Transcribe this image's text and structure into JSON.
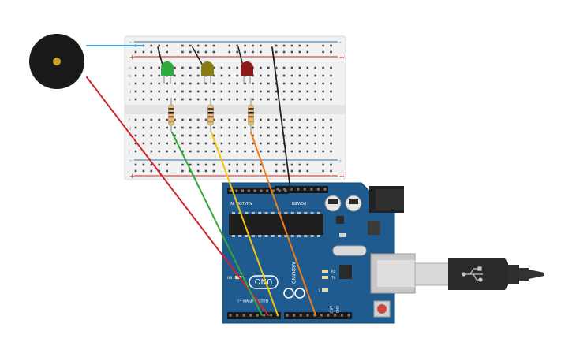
{
  "breadboard": {
    "plus_sign": "+",
    "minus_sign": "-",
    "row_letters_top": [
      "a",
      "b",
      "c",
      "d",
      "e"
    ],
    "row_letters_bottom": [
      "f",
      "g",
      "h",
      "i",
      "j"
    ]
  },
  "leds": [
    {
      "color": "#2eaa3c"
    },
    {
      "color": "#8a7a12"
    },
    {
      "color": "#8b1a1a"
    }
  ],
  "arduino": {
    "brand": "ARDUINO",
    "model": "UNO",
    "on_label": "ON",
    "tx_label": "TX",
    "rx_label": "RX",
    "l_label": "L",
    "digital_label": "DIGITAL (PWM ~)",
    "analog_label": "ANALOG IN",
    "power_label": "POWER",
    "aref_label": "AREF",
    "gnd_label": "GND",
    "board_color": "#1f5b8f"
  },
  "wire_colors": {
    "buzzer_top": "#3aa0d8",
    "buzzer_bottom": "#d0232a",
    "green": "#2eaa3c",
    "yellow": "#f2c40c",
    "orange": "#ef7d16",
    "black": "#222222"
  },
  "icons": {
    "usb": "usb-icon"
  }
}
